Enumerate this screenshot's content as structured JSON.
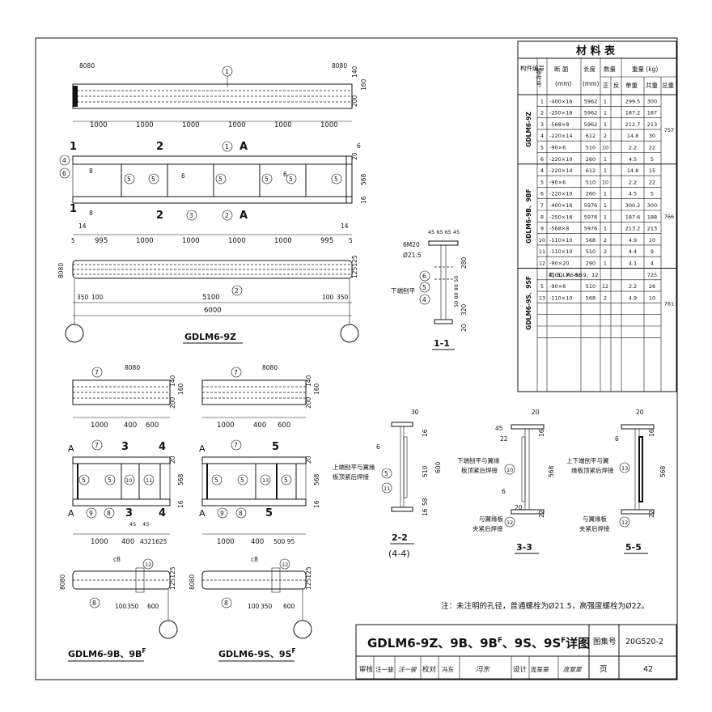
{
  "drawings": {
    "main_label": "GDLM6-9Z",
    "b_label": "GDLM6-9B、9B",
    "b_sup": "F",
    "s_label": "GDLM6-9S、9S",
    "s_sup": "F",
    "sec_1_1": "1-1",
    "sec_2_2": "2-2",
    "sec_4_4": "(4-4)",
    "sec_3_3": "3-3",
    "sec_5_5": "5-5",
    "dim_8080": "8080",
    "dim_140": "140",
    "dim_160": "160",
    "dim_200": "200",
    "dim_1000": "1000",
    "dim_995": "995",
    "dim_5": "5",
    "dim_14": "14",
    "dim_16": "16",
    "dim_568": "568",
    "dim_350": "350",
    "dim_100": "100",
    "dim_5100": "5100",
    "dim_6000": "6000",
    "dim_125125": "125125",
    "dim_400": "400",
    "dim_600": "600",
    "dim_45": "45",
    "dim_432162": "4321625",
    "dim_50095": "500 95",
    "dim_6": "6",
    "dim_8": "8",
    "dim_30": "30",
    "dim_20": "20",
    "dim_22": "22",
    "dim_510": "510",
    "dim_58": "58",
    "bolt_6m20": "6M20",
    "bolt_phi": "Ø21.5",
    "sec11_top": "45 65 65 45",
    "sec11_280": "280",
    "sec11_320": "320",
    "sec11_mid": "50 80 80 50",
    "note_lower_planed": "下端刨平",
    "note_22_a": "上端刨平与翼缘",
    "note_22_b": "板顶紧后焊接",
    "note_33_a": "下端刨平与翼缘",
    "note_33_b": "板顶紧后焊接",
    "note_33_c": "与翼缘板",
    "note_33_d": "夹紧后焊接",
    "note_55_a": "上下端刨平与翼",
    "note_55_b": "缘板顶紧后焊接",
    "sec_a": "A",
    "sec_l1": "1",
    "sec_l2": "2",
    "sec_l3": "3",
    "sec_l4": "4",
    "sec_l5": "5",
    "weld_c8": "c8",
    "general_note": "注：未注明的孔径，普通螺栓为Ø21.5，高强度螺栓为Ø22。"
  },
  "table": {
    "title": "材 料 表",
    "headers": {
      "member_no": "构件编号",
      "part_no": "零件号",
      "section": "断 面",
      "section_unit": "(mm)",
      "length": "长度",
      "length_unit": "(mm)",
      "qty": "数量",
      "qty_pos": "正",
      "qty_neg": "反",
      "weight": "重量 (kg)",
      "unit_wt": "单重",
      "sum_wt": "共重",
      "total_wt": "总重"
    },
    "groups": [
      {
        "member": "GDLM6-9Z",
        "total": "757",
        "rows": [
          [
            "1",
            "-400×16",
            "5962",
            "1",
            "",
            "299.5",
            "300"
          ],
          [
            "2",
            "-250×16",
            "5962",
            "1",
            "",
            "187.2",
            "187"
          ],
          [
            "3",
            "-568×8",
            "5962",
            "1",
            "",
            "212.7",
            "213"
          ],
          [
            "4",
            "-220×14",
            "612",
            "2",
            "",
            "14.8",
            "30"
          ],
          [
            "5",
            "-90×6",
            "510",
            "10",
            "",
            "2.2",
            "22"
          ],
          [
            "6",
            "-220×10",
            "260",
            "1",
            "",
            "4.5",
            "5"
          ]
        ]
      },
      {
        "member": "GDLM6-9B、9BF",
        "total": "766",
        "rows": [
          [
            "4",
            "-220×14",
            "612",
            "1",
            "",
            "14.8",
            "15"
          ],
          [
            "5",
            "-90×6",
            "510",
            "10",
            "",
            "2.2",
            "22"
          ],
          [
            "6",
            "-220×10",
            "260",
            "1",
            "",
            "4.5",
            "5"
          ],
          [
            "7",
            "-400×16",
            "5976",
            "1",
            "",
            "300.2",
            "300"
          ],
          [
            "8",
            "-250×16",
            "5976",
            "1",
            "",
            "187.6",
            "188"
          ],
          [
            "9",
            "-568×8",
            "5976",
            "1",
            "",
            "213.2",
            "213"
          ],
          [
            "10",
            "-110×10",
            "568",
            "2",
            "",
            "4.9",
            "10"
          ],
          [
            "11",
            "-110×10",
            "510",
            "2",
            "",
            "4.4",
            "9"
          ],
          [
            "12",
            "-90×20",
            "290",
            "1",
            "",
            "4.1",
            "4"
          ]
        ]
      },
      {
        "member": "GDLM6-9S、9SF",
        "total": "761",
        "rows": [
          [
            "4、6、7、8、9、12",
            "同GDLM6-9B",
            "",
            "",
            "",
            "",
            "725"
          ],
          [
            "5",
            "-90×6",
            "510",
            "12",
            "",
            "2.2",
            "26"
          ],
          [
            "13",
            "-110×10",
            "568",
            "2",
            "",
            "4.9",
            "10"
          ],
          [
            "",
            "",
            "",
            "",
            "",
            "",
            ""
          ],
          [
            "",
            "",
            "",
            "",
            "",
            "",
            ""
          ],
          [
            "",
            "",
            "",
            "",
            "",
            "",
            ""
          ]
        ]
      }
    ]
  },
  "titleblock": {
    "title": "GDLM6-9Z、9B、9B",
    "title_sup": "F",
    "title_mid": "、9S、9S",
    "title_sup2": "F",
    "title_end": "详图",
    "atlas_label": "图集号",
    "atlas_no": "20G520-2",
    "review": "审核",
    "reviewer": "汪一骏",
    "reviewer_sig": "汪一骏",
    "check": "校对",
    "checker": "冯东",
    "checker_sig": "冯东",
    "design": "设计",
    "designer": "庞翠翠",
    "designer_sig": "庞翠翠",
    "page_label": "页",
    "page_no": "42"
  }
}
